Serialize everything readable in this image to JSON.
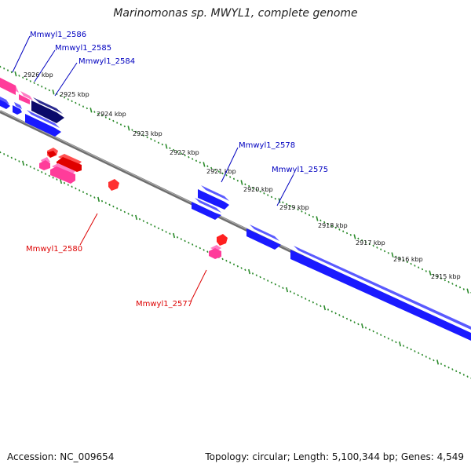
{
  "title": "Marinomonas sp. MWYL1, complete genome",
  "footer": {
    "accession": "Accession: NC_009654",
    "topology": "Topology: circular; Length: 5,100,344 bp; Genes: 4,549"
  },
  "colors": {
    "backbone": "#808080",
    "tick_track": "#2a8a2a",
    "forward_gene": "#1a1aff",
    "forward_gene_dark": "#0a0a70",
    "reverse_gene": "#ff1010",
    "reverse_gene_pink": "#ff3c9a",
    "forward_label": "#0000c0",
    "reverse_label": "#dd0000"
  },
  "kbp_labels": [
    "2926 kbp",
    "2925 kbp",
    "2924 kbp",
    "2923 kbp",
    "2922 kbp",
    "2921 kbp",
    "2920 kbp",
    "2919 kbp",
    "2918 kbp",
    "2917 kbp",
    "2916 kbp",
    "2915 kbp"
  ],
  "gene_labels": {
    "forward": [
      "Mmwyl1_2586",
      "Mmwyl1_2585",
      "Mmwyl1_2584",
      "Mmwyl1_2578",
      "Mmwyl1_2575"
    ],
    "reverse": [
      "Mmwyl1_2580",
      "Mmwyl1_2577"
    ]
  }
}
